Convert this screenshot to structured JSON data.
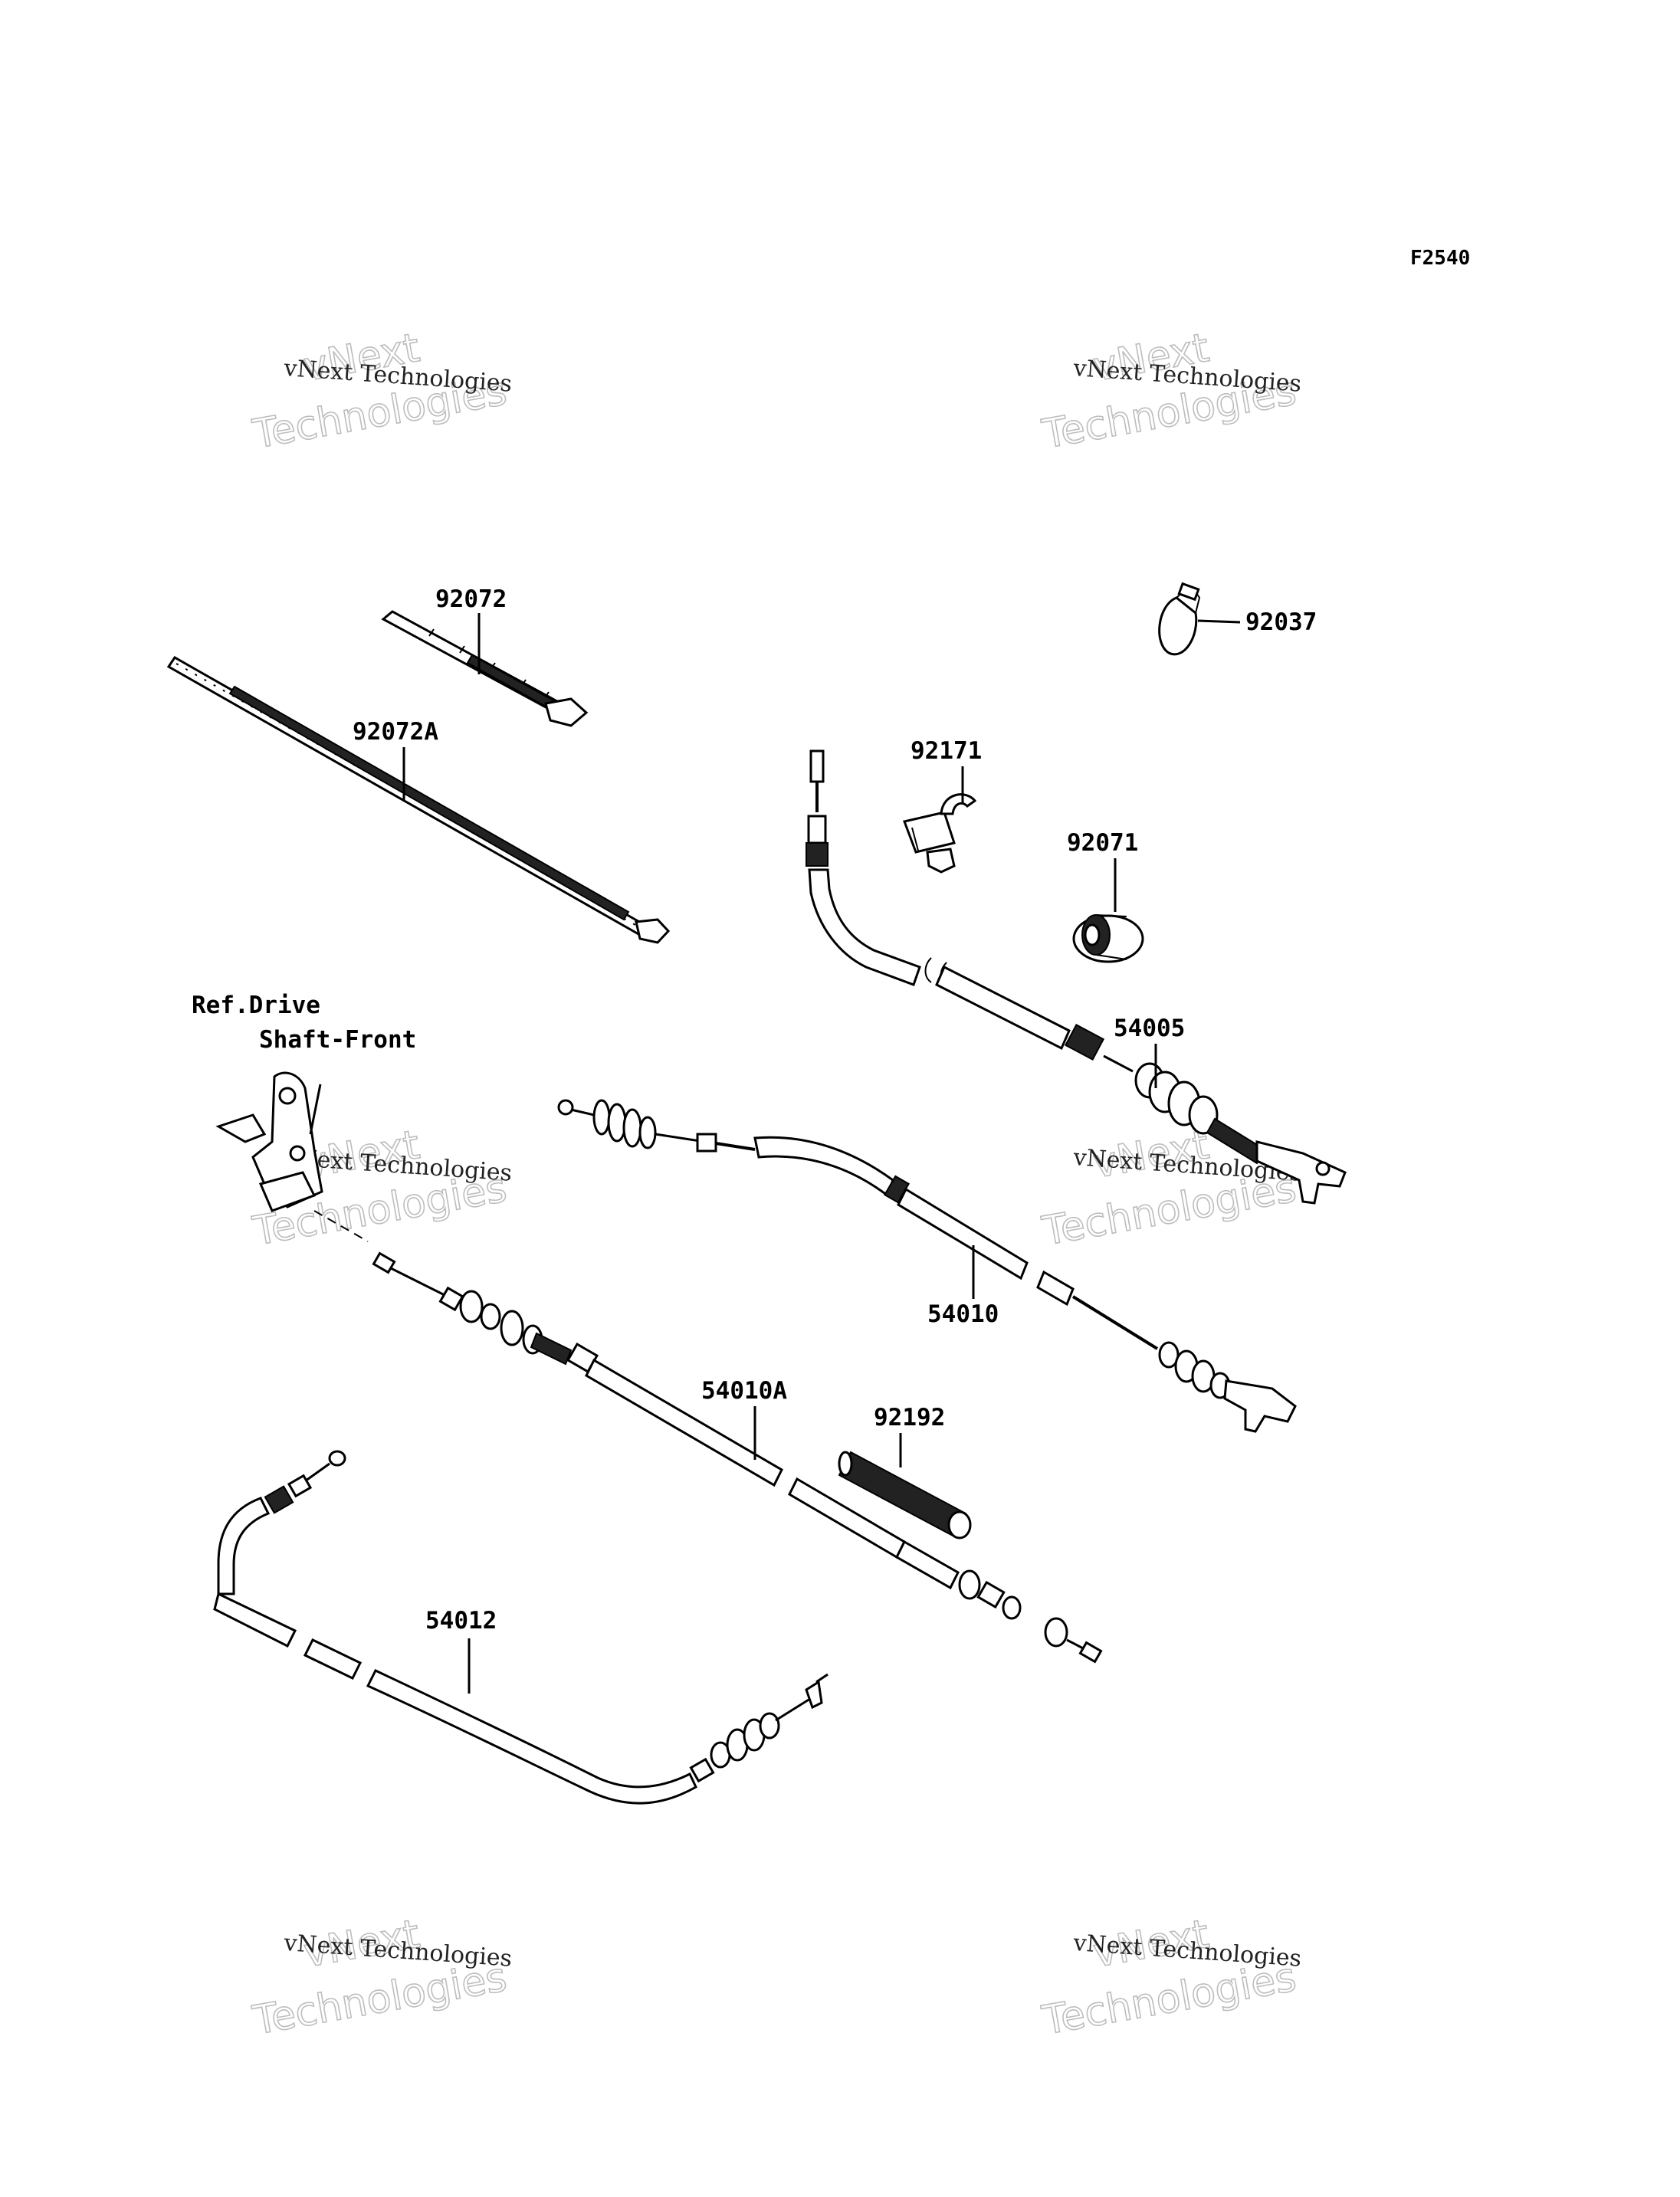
{
  "figure_code": "F2540",
  "reference_note": {
    "line1": "Ref.Drive",
    "line2": "Shaft-Front"
  },
  "watermark": {
    "line_small": "vNext Technologies",
    "line_big_1": "vNext",
    "line_big_2": "Technologies"
  },
  "callouts": {
    "p92072": "92072",
    "p92072A": "92072A",
    "p92037": "92037",
    "p92171": "92171",
    "p92071": "92071",
    "p54005": "54005",
    "p54010": "54010",
    "p54010A": "54010A",
    "p92192": "92192",
    "p54012": "54012"
  }
}
